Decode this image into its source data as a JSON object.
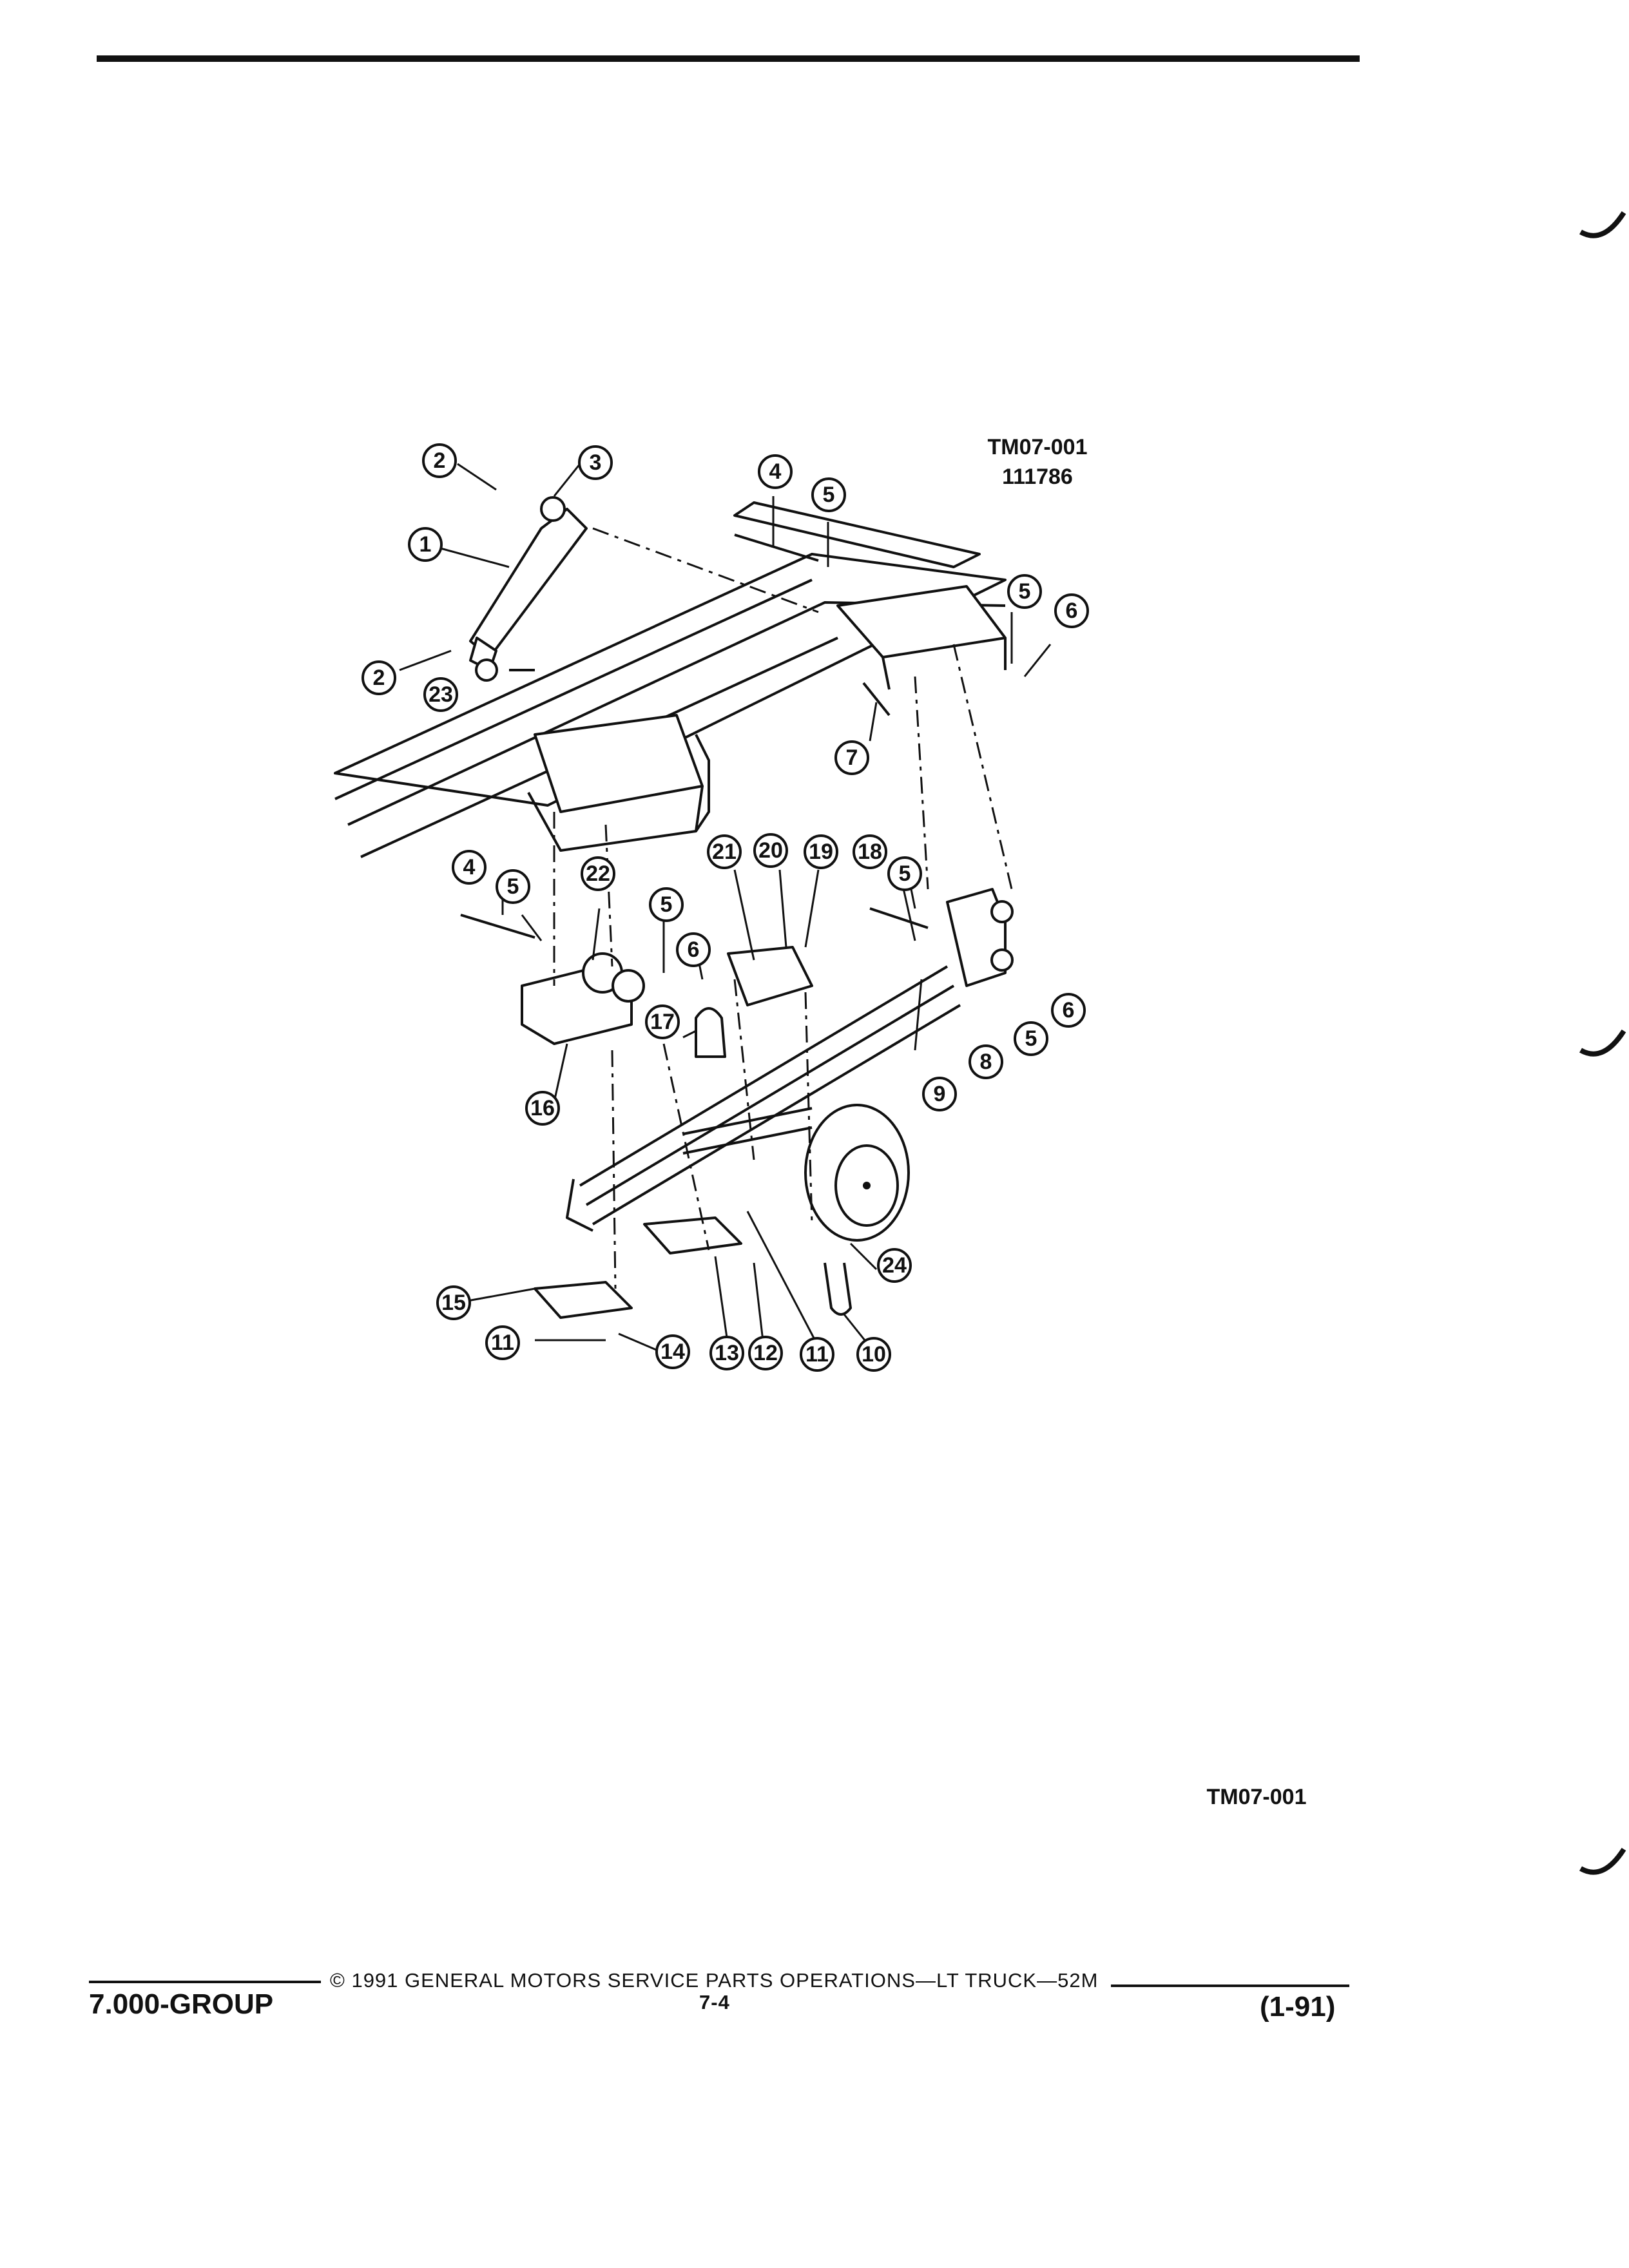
{
  "figure": {
    "ref_code": "TM07-001",
    "ref_number": "111786"
  },
  "callouts": [
    {
      "label": "1"
    },
    {
      "label": "2"
    },
    {
      "label": "3"
    },
    {
      "label": "4"
    },
    {
      "label": "5"
    },
    {
      "label": "5"
    },
    {
      "label": "6"
    },
    {
      "label": "2"
    },
    {
      "label": "23"
    },
    {
      "label": "7"
    },
    {
      "label": "4"
    },
    {
      "label": "5"
    },
    {
      "label": "22"
    },
    {
      "label": "5"
    },
    {
      "label": "6"
    },
    {
      "label": "21"
    },
    {
      "label": "20"
    },
    {
      "label": "19"
    },
    {
      "label": "18"
    },
    {
      "label": "5"
    },
    {
      "label": "6"
    },
    {
      "label": "5"
    },
    {
      "label": "8"
    },
    {
      "label": "9"
    },
    {
      "label": "17"
    },
    {
      "label": "16"
    },
    {
      "label": "24"
    },
    {
      "label": "15"
    },
    {
      "label": "11"
    },
    {
      "label": "14"
    },
    {
      "label": "13"
    },
    {
      "label": "12"
    },
    {
      "label": "11"
    },
    {
      "label": "10"
    }
  ],
  "footer": {
    "copyright": "© 1991 GENERAL MOTORS SERVICE PARTS OPERATIONS—LT TRUCK—52M",
    "group": "7.000-GROUP",
    "page": "7-4",
    "date": "(1-91)",
    "ref_code": "TM07-001"
  }
}
